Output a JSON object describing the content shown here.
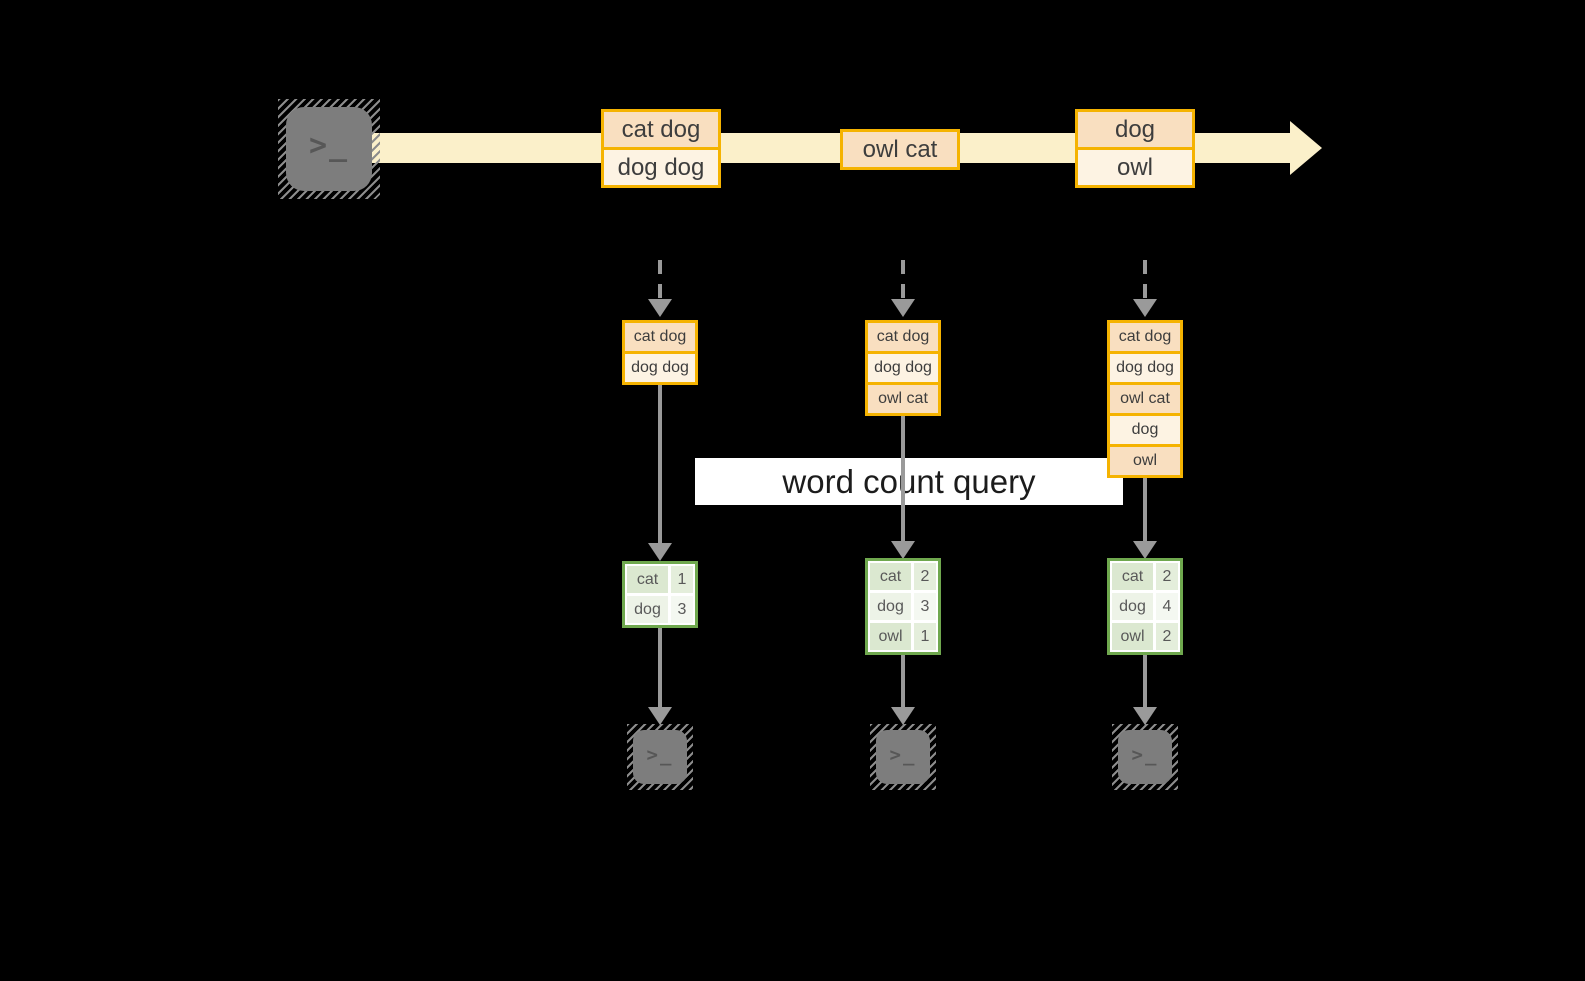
{
  "colors": {
    "background": "#000000",
    "stream_band": "#fbf0ca",
    "event_border": "#f5b301",
    "event_fill_peach": "#f9dfc0",
    "event_fill_cream": "#fdf3e3",
    "table_border": "#6fa84e",
    "table_fill_green": "#dbe8d0",
    "arrow_gray": "#9a9a9a",
    "banner_bg": "#ffffff",
    "terminal_gray": "#7d7d7d"
  },
  "terminal_glyph": ">_",
  "stream_events": [
    {
      "lines": [
        "cat dog",
        "dog dog"
      ]
    },
    {
      "lines": [
        "owl cat"
      ]
    },
    {
      "lines": [
        "dog",
        "owl"
      ]
    }
  ],
  "query_banner": {
    "label": "word count query"
  },
  "columns": [
    {
      "buffer": [
        "cat dog",
        "dog dog"
      ],
      "counts": [
        {
          "word": "cat",
          "count": "1"
        },
        {
          "word": "dog",
          "count": "3"
        }
      ]
    },
    {
      "buffer": [
        "cat dog",
        "dog dog",
        "owl cat"
      ],
      "counts": [
        {
          "word": "cat",
          "count": "2"
        },
        {
          "word": "dog",
          "count": "3"
        },
        {
          "word": "owl",
          "count": "1"
        }
      ]
    },
    {
      "buffer": [
        "cat dog",
        "dog dog",
        "owl cat",
        "dog",
        "owl"
      ],
      "counts": [
        {
          "word": "cat",
          "count": "2"
        },
        {
          "word": "dog",
          "count": "4"
        },
        {
          "word": "owl",
          "count": "2"
        }
      ]
    }
  ]
}
